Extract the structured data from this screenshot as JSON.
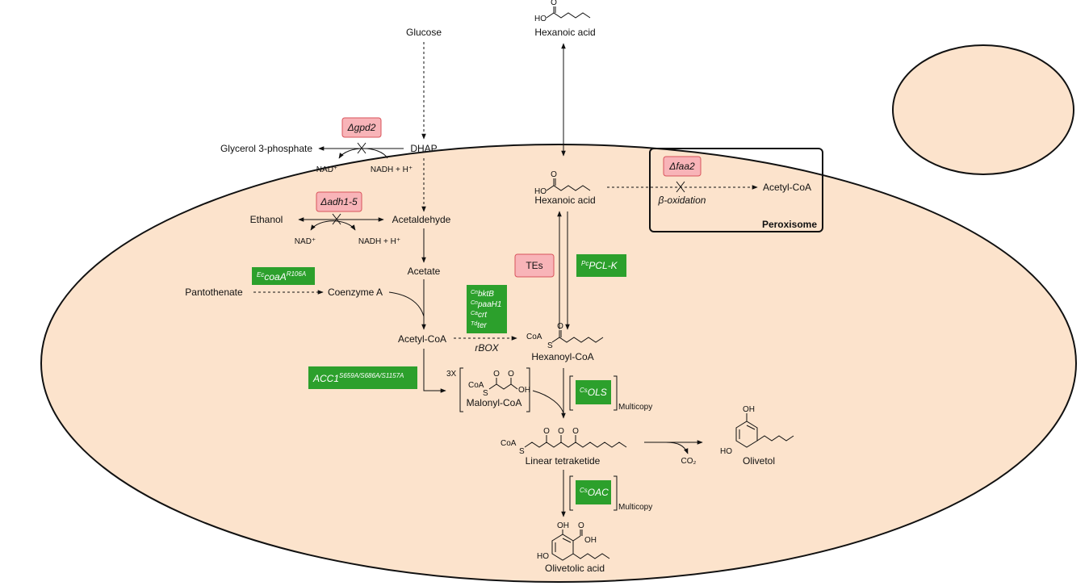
{
  "compounds": {
    "glucose": "Glucose",
    "hexanoic_acid_out": "Hexanoic acid",
    "hexanoic_acid_in": "Hexanoic acid",
    "dhap": "DHAP",
    "glycerol3p": "Glycerol 3-phosphate",
    "ethanol": "Ethanol",
    "acetaldehyde": "Acetaldehyde",
    "acetate": "Acetate",
    "pantothenate": "Pantothenate",
    "coenzyme_a": "Coenzyme A",
    "acetyl_coa": "Acetyl-CoA",
    "acetyl_coa_perox": "Acetyl-CoA",
    "hexanoyl_coa": "Hexanoyl-CoA",
    "malonyl_coa": "Malonyl-CoA",
    "linear_tetraketide": "Linear tetraketide",
    "olivetol": "Olivetol",
    "olivetolic_acid": "Olivetolic acid"
  },
  "cofactors": {
    "nad1": "NAD⁺",
    "nadh1": "NADH + H⁺",
    "nad2": "NAD⁺",
    "nadh2": "NADH + H⁺",
    "co2": "CO₂",
    "three_x": "3X",
    "coa_hex": "CoA",
    "s_hex": "S",
    "coa_mal": "CoA",
    "s_mal": "S",
    "coa_tet": "CoA",
    "s_tet": "S",
    "ho_hex1": "HO",
    "o_hex1": "O",
    "ho_hex2": "HO",
    "o_hex2": "O",
    "o_hexcoa": "O",
    "o_mal1": "O",
    "o_mal2": "O",
    "oh_mal": "OH",
    "o_tet1": "O",
    "o_tet2": "O",
    "o_tet3": "O",
    "oh_olv1": "OH",
    "ho_olv2": "HO",
    "oh_oa1": "OH",
    "o_oa": "O",
    "oh_oa2": "OH",
    "ho_oa3": "HO"
  },
  "deletions": {
    "gpd2": "Δgpd2",
    "adh": "Δadh1-5",
    "faa2": "Δfaa2"
  },
  "enzymes": {
    "coaA": {
      "sup": "Ec",
      "name": "coaA",
      "sup2": "R106A"
    },
    "pclk": {
      "sup": "Pc",
      "name": "PCL-K"
    },
    "acc1": {
      "name": "ACC1",
      "sup2": "S659A/S686A/S1157A"
    },
    "bktb": {
      "sup": "Cn",
      "name": "bktB"
    },
    "paah1": {
      "sup": "Cn",
      "name": "paaH1"
    },
    "crt": {
      "sup": "Ca",
      "name": "crt"
    },
    "ter": {
      "sup": "Td",
      "name": "ter"
    },
    "ols": {
      "sup": "Cs",
      "name": "OLS"
    },
    "oac": {
      "sup": "Cs",
      "name": "OAC"
    }
  },
  "labels": {
    "tes": "TEs",
    "rbox": "rBOX",
    "beta_ox": "β-oxidation",
    "peroxisome": "Peroxisome",
    "multicopy1": "Multicopy",
    "multicopy2": "Multicopy"
  },
  "colors": {
    "cell_fill": "#fce3cc",
    "enzyme_green": "#2ca02c",
    "deletion_pink": "#f8b4b8",
    "deletion_border": "#d9535b"
  }
}
